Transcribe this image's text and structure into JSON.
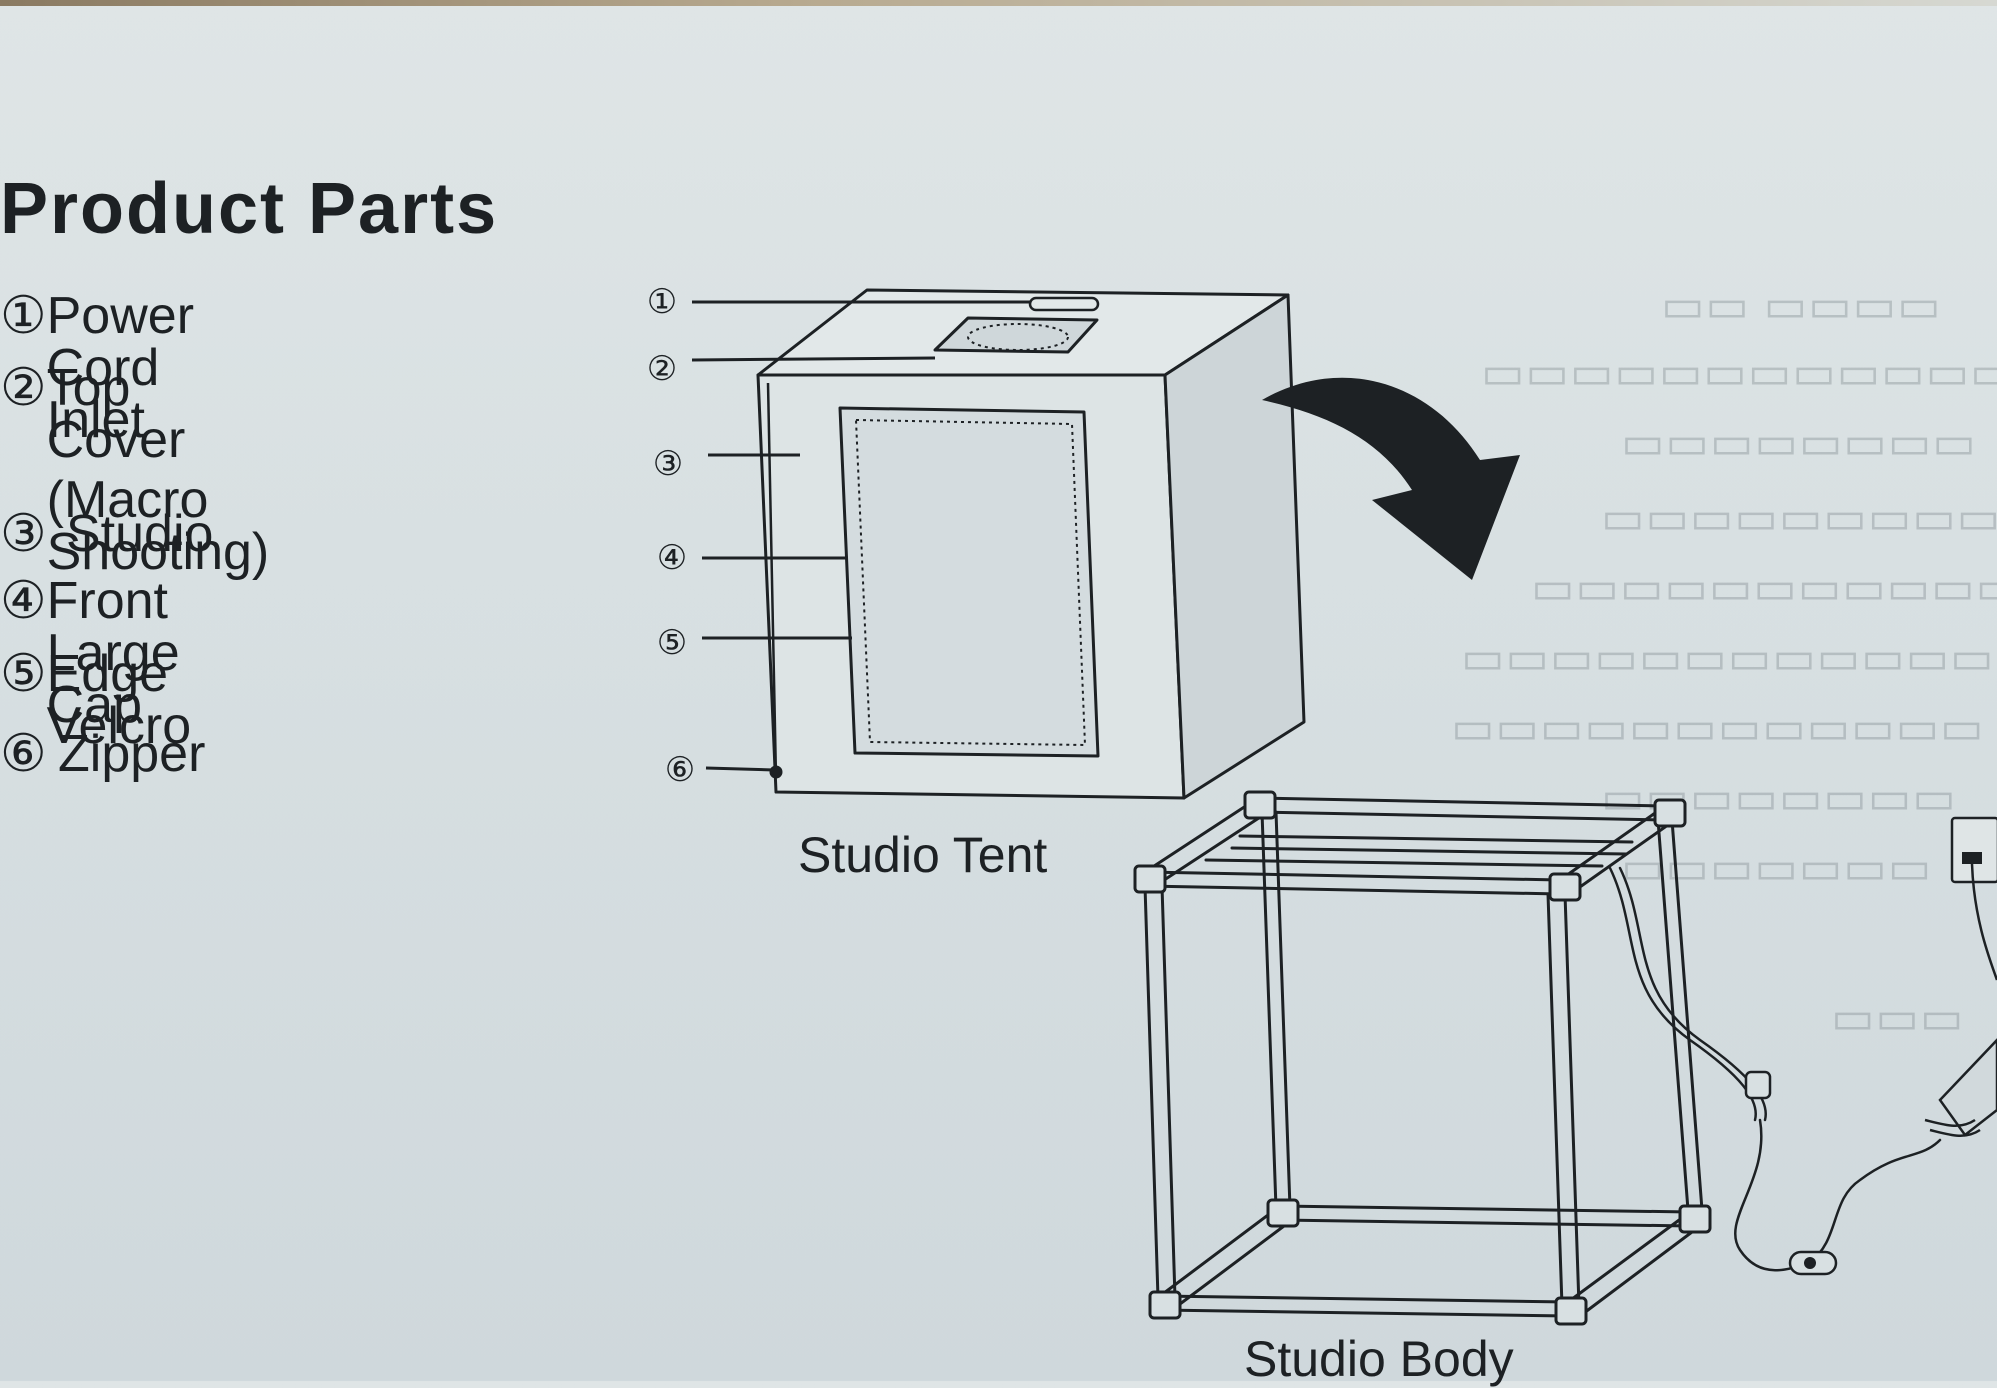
{
  "heading": "Product Parts",
  "parts": [
    {
      "num": "①",
      "label": "Power Cord Inlet"
    },
    {
      "num": "②",
      "label": "Top Cover",
      "label_line2": "(Macro Shooting)"
    },
    {
      "num": "③",
      "label": "Studio"
    },
    {
      "num": "④",
      "label": "Front Large Cap"
    },
    {
      "num": "⑤",
      "label": "Edge Velcro"
    },
    {
      "num": "⑥",
      "label": "Zipper"
    }
  ],
  "callouts": [
    "①",
    "②",
    "③",
    "④",
    "⑤",
    "⑥"
  ],
  "captions": {
    "tent": "Studio Tent",
    "body": "Studio Body"
  },
  "colors": {
    "paper": "#d8e0e2",
    "ink": "#1d2124",
    "bleed_through": "#8d979c"
  }
}
